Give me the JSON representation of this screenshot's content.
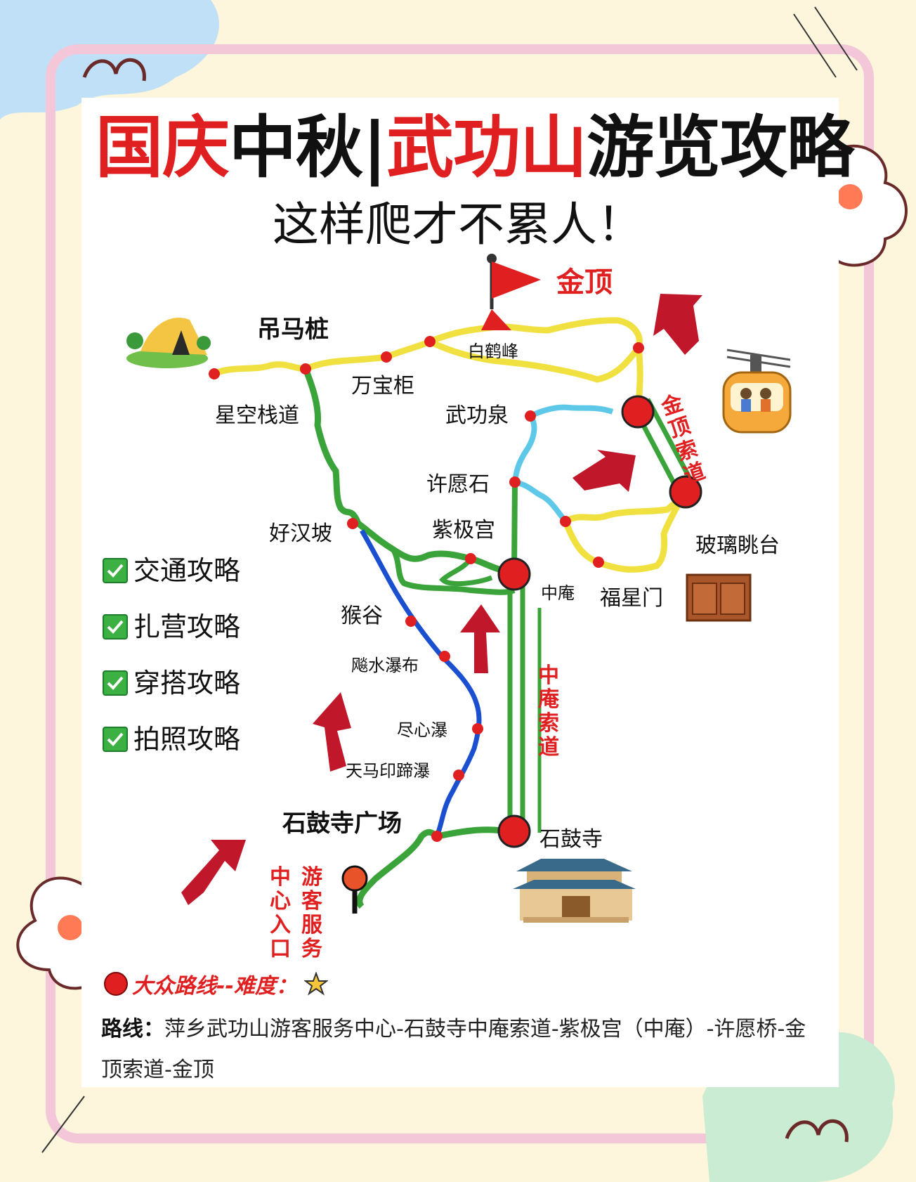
{
  "title": {
    "part1": "国庆",
    "part2": "中秋|",
    "part3": "武功山",
    "part4": "游览攻略"
  },
  "subtitle": "这样爬才不累人！",
  "map": {
    "summit": "金顶",
    "places": {
      "diaomazhuang": "吊马桩",
      "baihefeng": "白鹤峰",
      "wanbaogui": "万宝柜",
      "xingkong": "星空栈道",
      "wugongquan": "武功泉",
      "xuyuanshi": "许愿石",
      "haohanpo": "好汉坡",
      "zijigong": "紫极宫",
      "zhongan": "中庵",
      "fuxingmen": "福星门",
      "bolitiaotai": "玻璃眺台",
      "hougu": "猴谷",
      "sashui": "飚水瀑布",
      "jinxin": "尽心瀑",
      "tianma": "天马印蹄瀑",
      "shigusi_square": "石鼓寺广场",
      "shigusi": "石鼓寺"
    },
    "cableways": {
      "jinding": "金顶索道",
      "zhongan": "中庵索道"
    },
    "visitor_center": {
      "col1": "游客服务",
      "col2": "中心入口"
    }
  },
  "guides": [
    {
      "label": "交通攻略"
    },
    {
      "label": "扎营攻略"
    },
    {
      "label": "穿搭攻略"
    },
    {
      "label": "拍照攻略"
    }
  ],
  "legend": {
    "text": "大众路线--难度：",
    "stars": 1
  },
  "route": {
    "label": "路线：",
    "text": "萍乡武功山游客服务中心-石鼓寺中庵索道-紫极宫（中庵）-许愿桥-金顶索道-金顶"
  },
  "colors": {
    "red": "#e02020",
    "yellow": "#f0e040",
    "green": "#3aa33a",
    "blue": "#1a4fd0",
    "lightblue": "#5ec8e8"
  }
}
